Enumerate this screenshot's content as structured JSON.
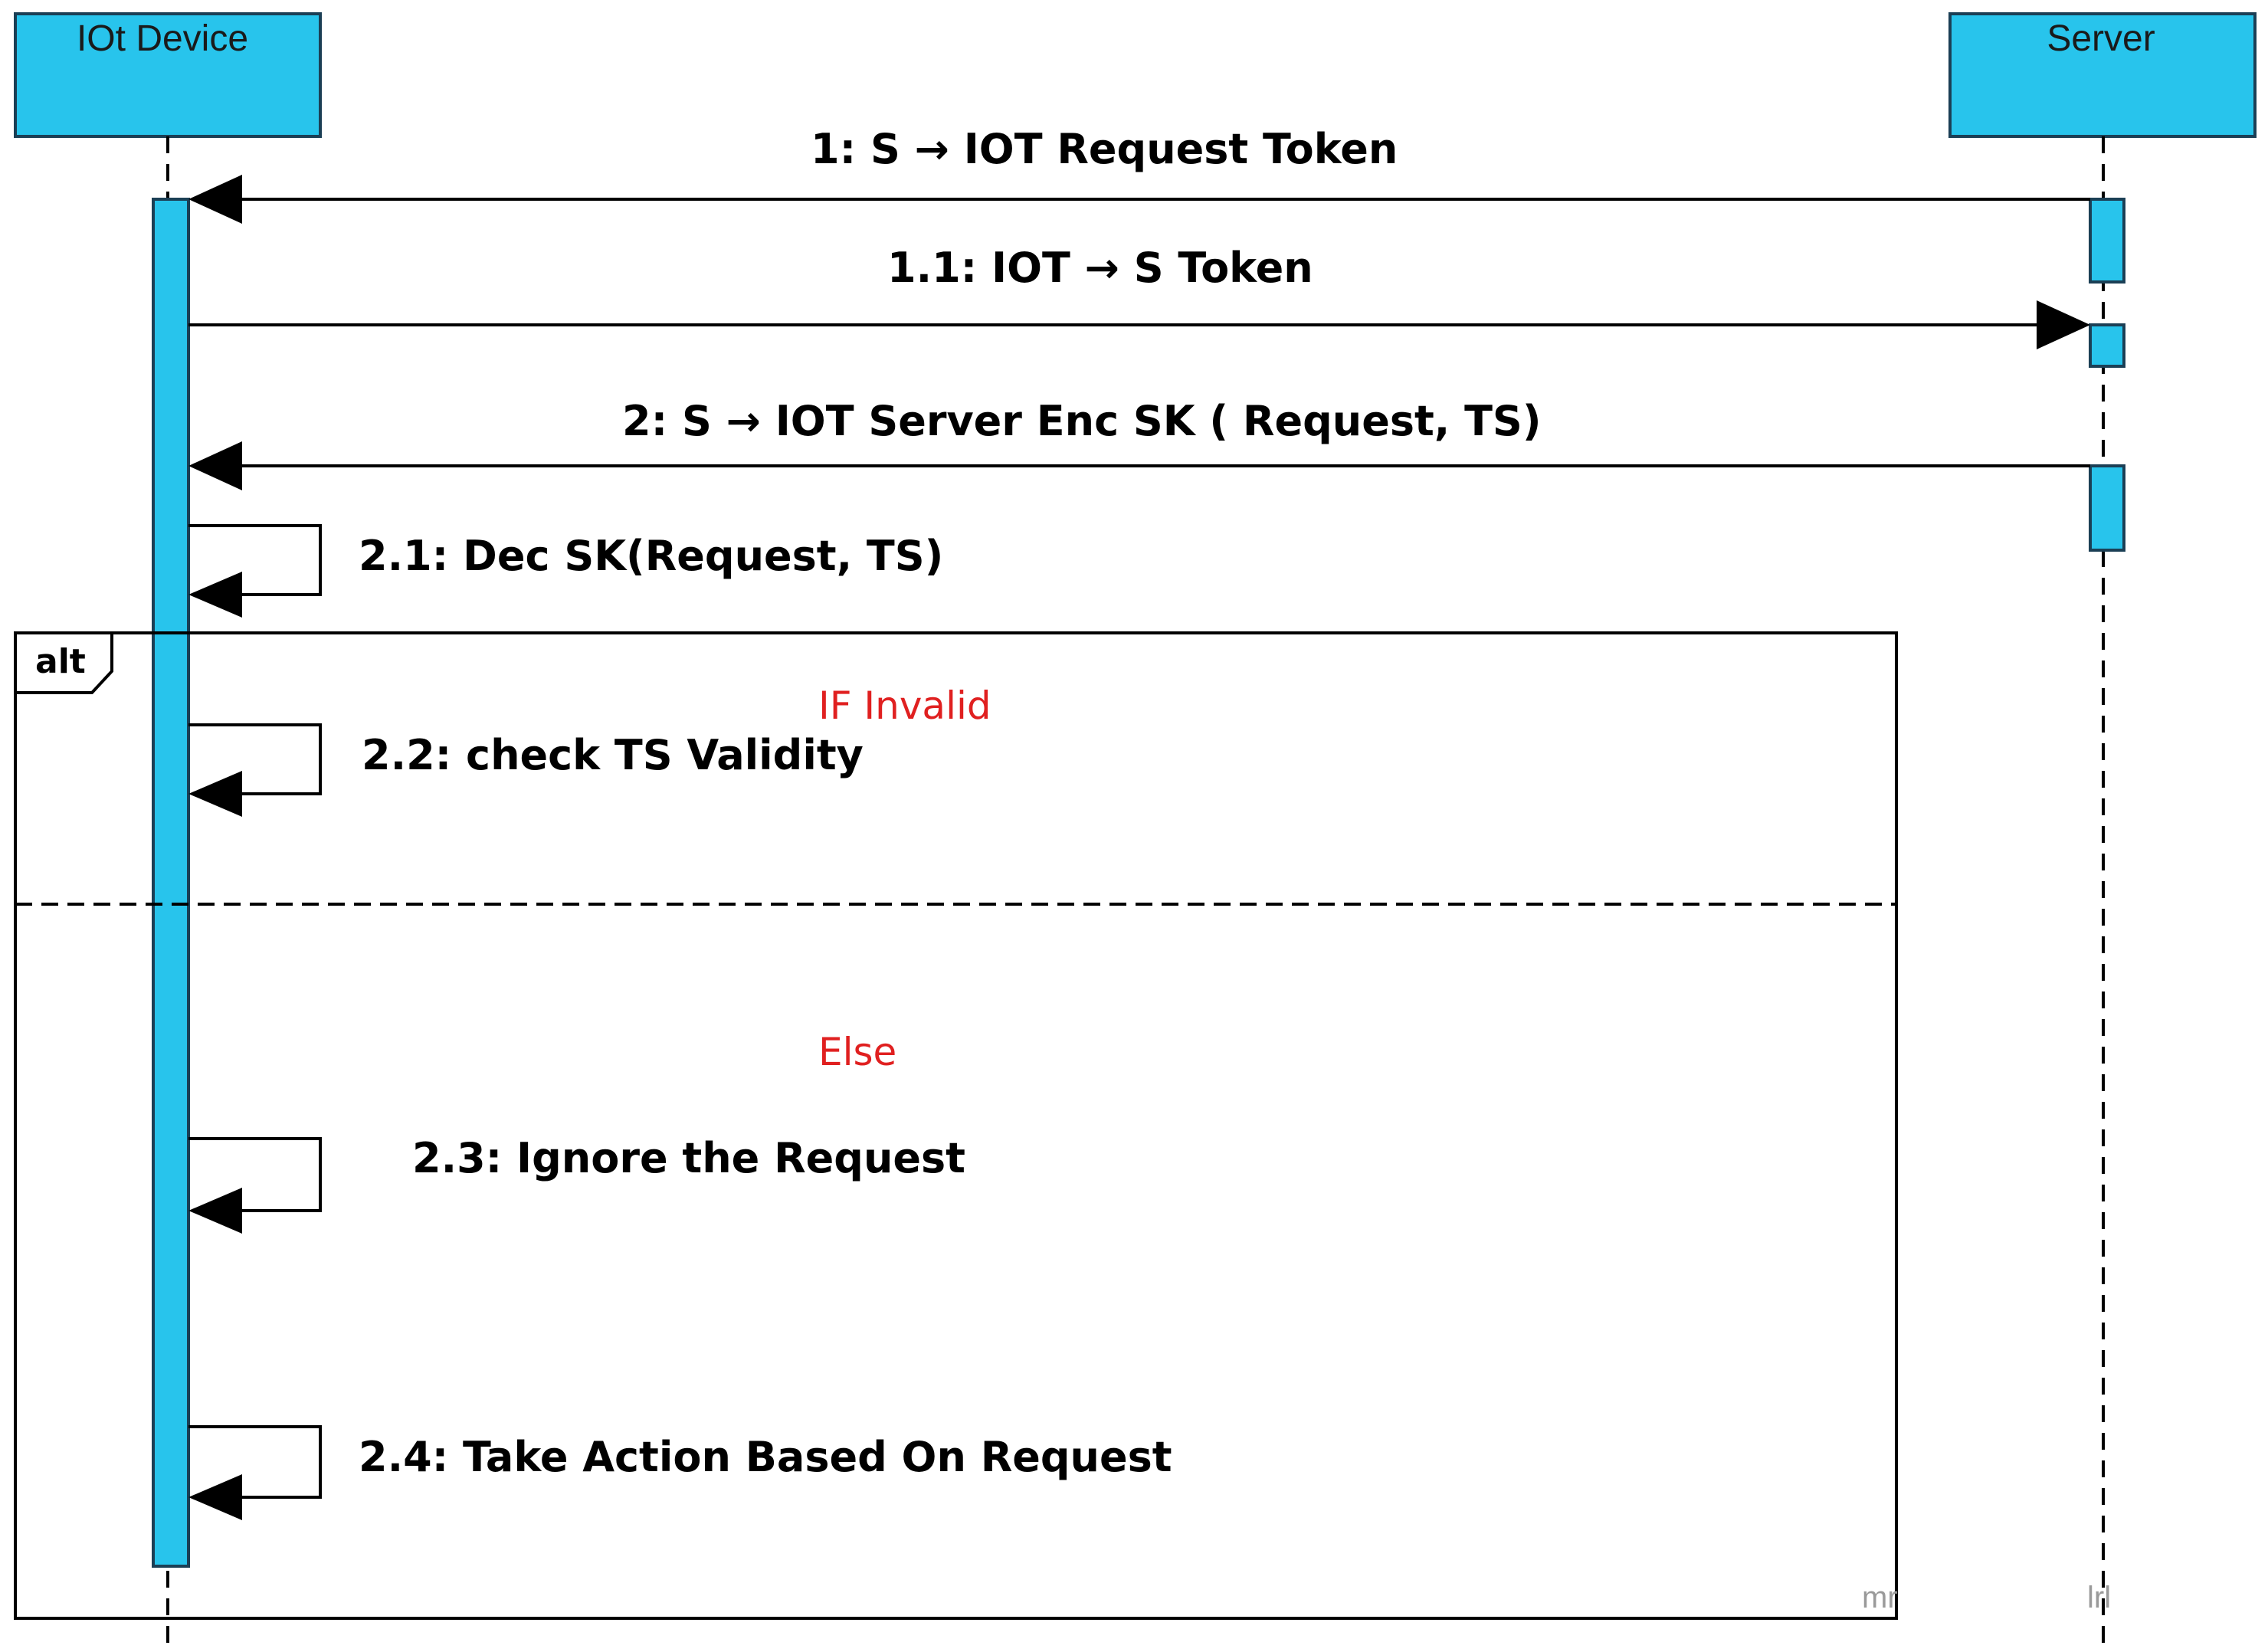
{
  "lifelines": {
    "device": {
      "title": "IOt Device"
    },
    "server": {
      "title": "Server"
    }
  },
  "messages": [
    {
      "id": "m1",
      "label": "1: S → IOT Request Token",
      "from": "server",
      "to": "device"
    },
    {
      "id": "m1_1",
      "label": "1.1: IOT → S  Token",
      "from": "device",
      "to": "server"
    },
    {
      "id": "m2",
      "label": "2: S → IOT Server Enc SK ( Request, TS)",
      "from": "server",
      "to": "device"
    },
    {
      "id": "m2_1",
      "label": "2.1: Dec SK(Request, TS)",
      "from": "device",
      "to": "device"
    },
    {
      "id": "m2_2",
      "label": "2.2: check TS Validity",
      "from": "device",
      "to": "device"
    },
    {
      "id": "m2_3",
      "label": "2.3: Ignore the Request",
      "from": "device",
      "to": "device"
    },
    {
      "id": "m2_4",
      "label": "2.4: Take Action Based On Request",
      "from": "device",
      "to": "device"
    }
  ],
  "fragment": {
    "operator": "alt",
    "guard_if": "IF Invalid",
    "guard_else": "Else",
    "faint_marks": [
      "mr",
      "lrl"
    ]
  },
  "colors": {
    "lifeline_fill": "#28c4ec",
    "activation_fill": "#28c4ec",
    "guard_text": "#e02020",
    "line": "#000000"
  }
}
